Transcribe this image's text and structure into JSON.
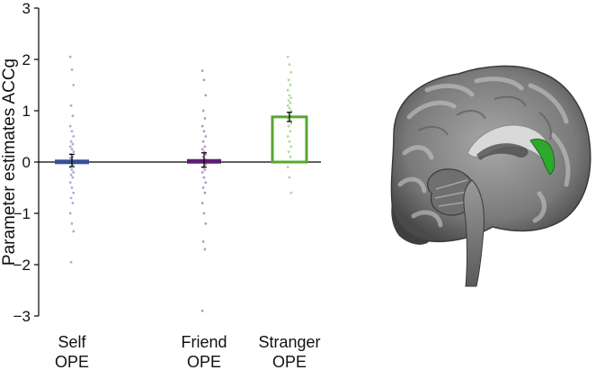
{
  "chart_data": {
    "type": "bar",
    "ylabel": "Parameter estimates ACCg",
    "ylim": [
      -3,
      3
    ],
    "yticks": [
      3,
      2,
      1,
      0,
      -1,
      -2,
      -3
    ],
    "ytick_labels": [
      "3",
      "2",
      "1",
      "0",
      "−1",
      "−2",
      "−3"
    ],
    "categories": [
      {
        "line1": "Self",
        "line2": "OPE"
      },
      {
        "line1": "Friend",
        "line2": "OPE"
      },
      {
        "line1": "Stranger",
        "line2": "OPE"
      }
    ],
    "values": [
      0.03,
      0.04,
      0.88
    ],
    "errors": [
      0.12,
      0.14,
      0.09
    ],
    "colors": [
      "#3a4f94",
      "#5b1f72",
      "#54a830"
    ],
    "fill_style": [
      "filled",
      "filled",
      "outline"
    ],
    "points": [
      [
        2.05,
        1.8,
        1.5,
        1.1,
        0.9,
        0.7,
        0.6,
        0.5,
        0.4,
        0.35,
        0.3,
        0.25,
        0.2,
        0.15,
        0.1,
        0.08,
        0.05,
        0.02,
        0.0,
        -0.05,
        -0.1,
        -0.15,
        -0.2,
        -0.25,
        -0.3,
        -0.4,
        -0.5,
        -0.6,
        -0.7,
        -0.8,
        -1.0,
        -1.2,
        -1.35,
        -1.95
      ],
      [
        1.78,
        1.6,
        1.3,
        1.0,
        0.85,
        0.7,
        0.6,
        0.5,
        0.4,
        0.3,
        0.25,
        0.2,
        0.15,
        0.1,
        0.05,
        0.02,
        0.0,
        -0.05,
        -0.1,
        -0.15,
        -0.2,
        -0.3,
        -0.4,
        -0.5,
        -0.6,
        -0.8,
        -1.0,
        -1.2,
        -1.55,
        -1.7,
        -2.9
      ],
      [
        2.05,
        1.9,
        1.75,
        1.6,
        1.5,
        1.4,
        1.3,
        1.25,
        1.2,
        1.15,
        1.1,
        1.05,
        1.0,
        0.95,
        0.9,
        0.85,
        0.8,
        0.75,
        0.7,
        0.6,
        0.5,
        0.4,
        0.3,
        0.2,
        0.1,
        -0.1,
        -0.3,
        -0.6
      ]
    ]
  },
  "brain_image": {
    "description_icon": "brain-sagittal-icon",
    "highlight_color": "#2ea82e"
  }
}
